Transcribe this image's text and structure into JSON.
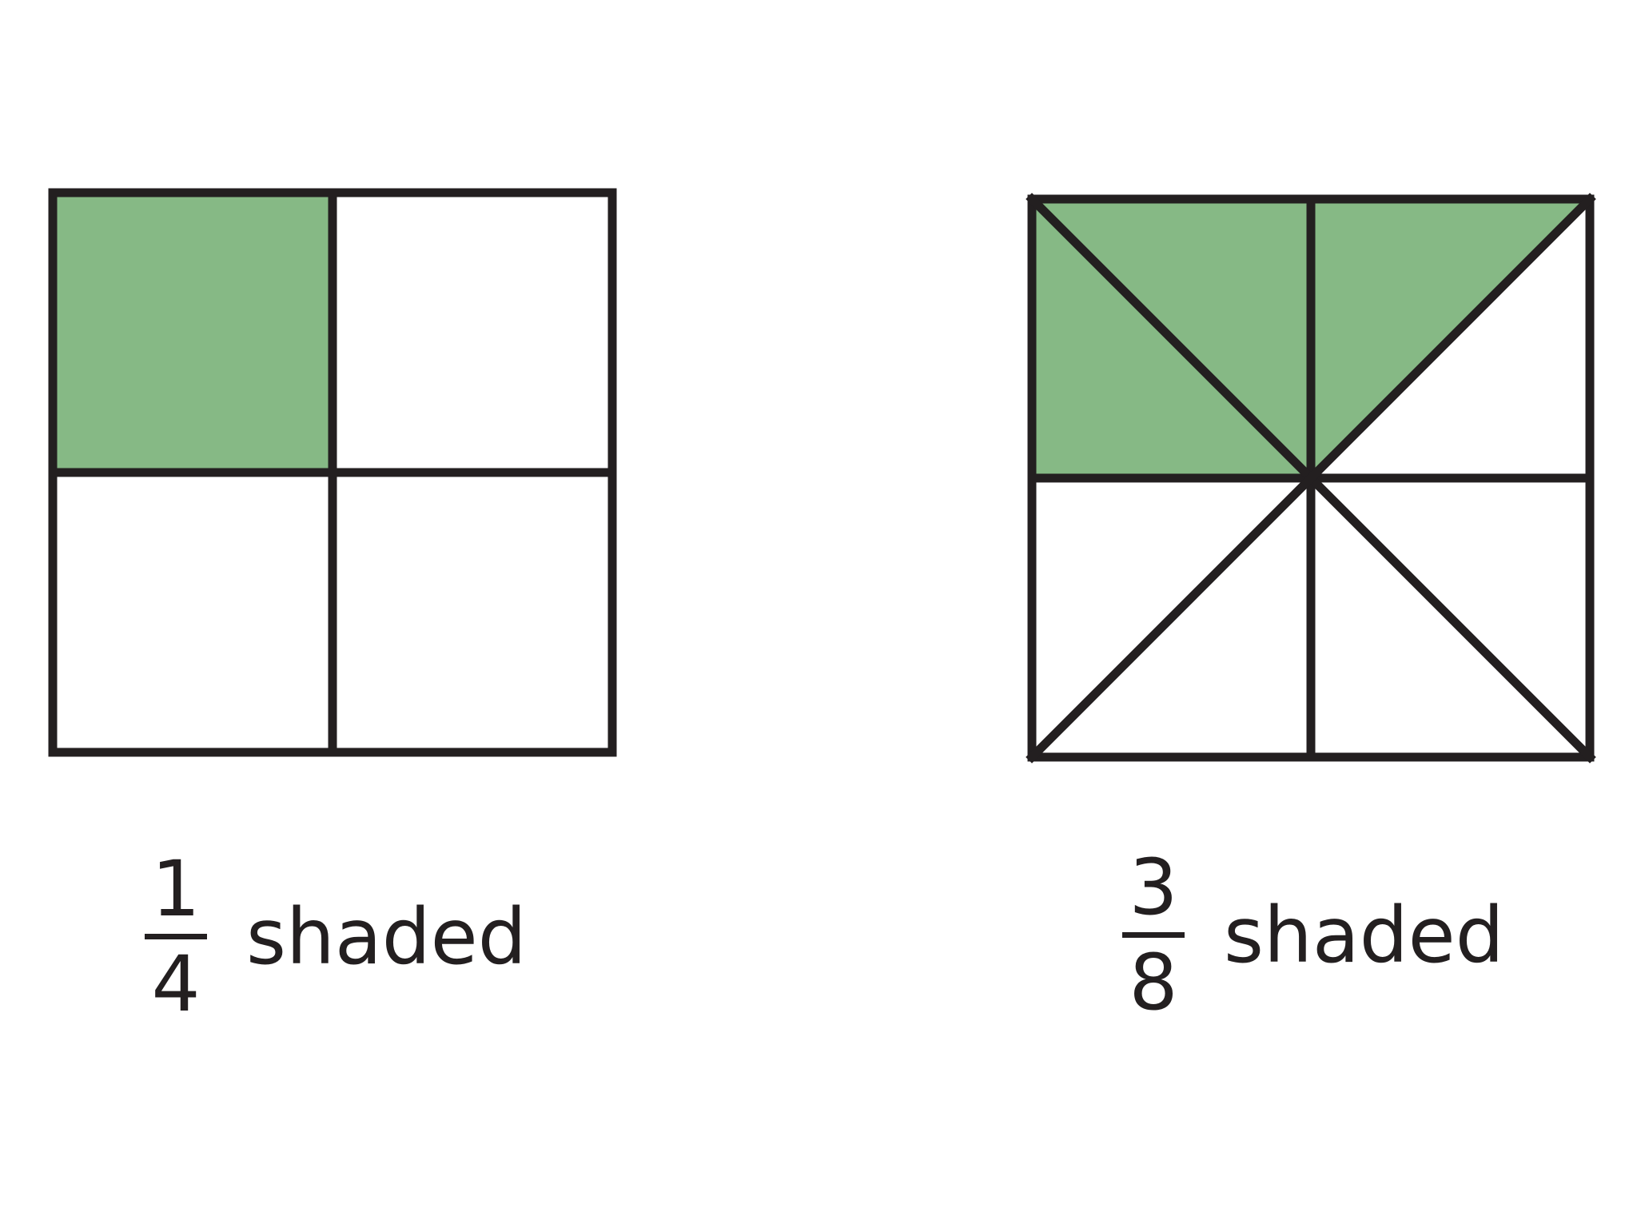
{
  "colors": {
    "shade": "#86b985",
    "stroke": "#231f20",
    "background": "#ffffff"
  },
  "figures": [
    {
      "shape": "square-quarters",
      "parts": 4,
      "shaded_parts": 1,
      "caption": {
        "numerator": "1",
        "denominator": "4",
        "word": "shaded"
      }
    },
    {
      "shape": "square-eighths-triangles",
      "parts": 8,
      "shaded_parts": 3,
      "caption": {
        "numerator": "3",
        "denominator": "8",
        "word": "shaded"
      }
    }
  ]
}
